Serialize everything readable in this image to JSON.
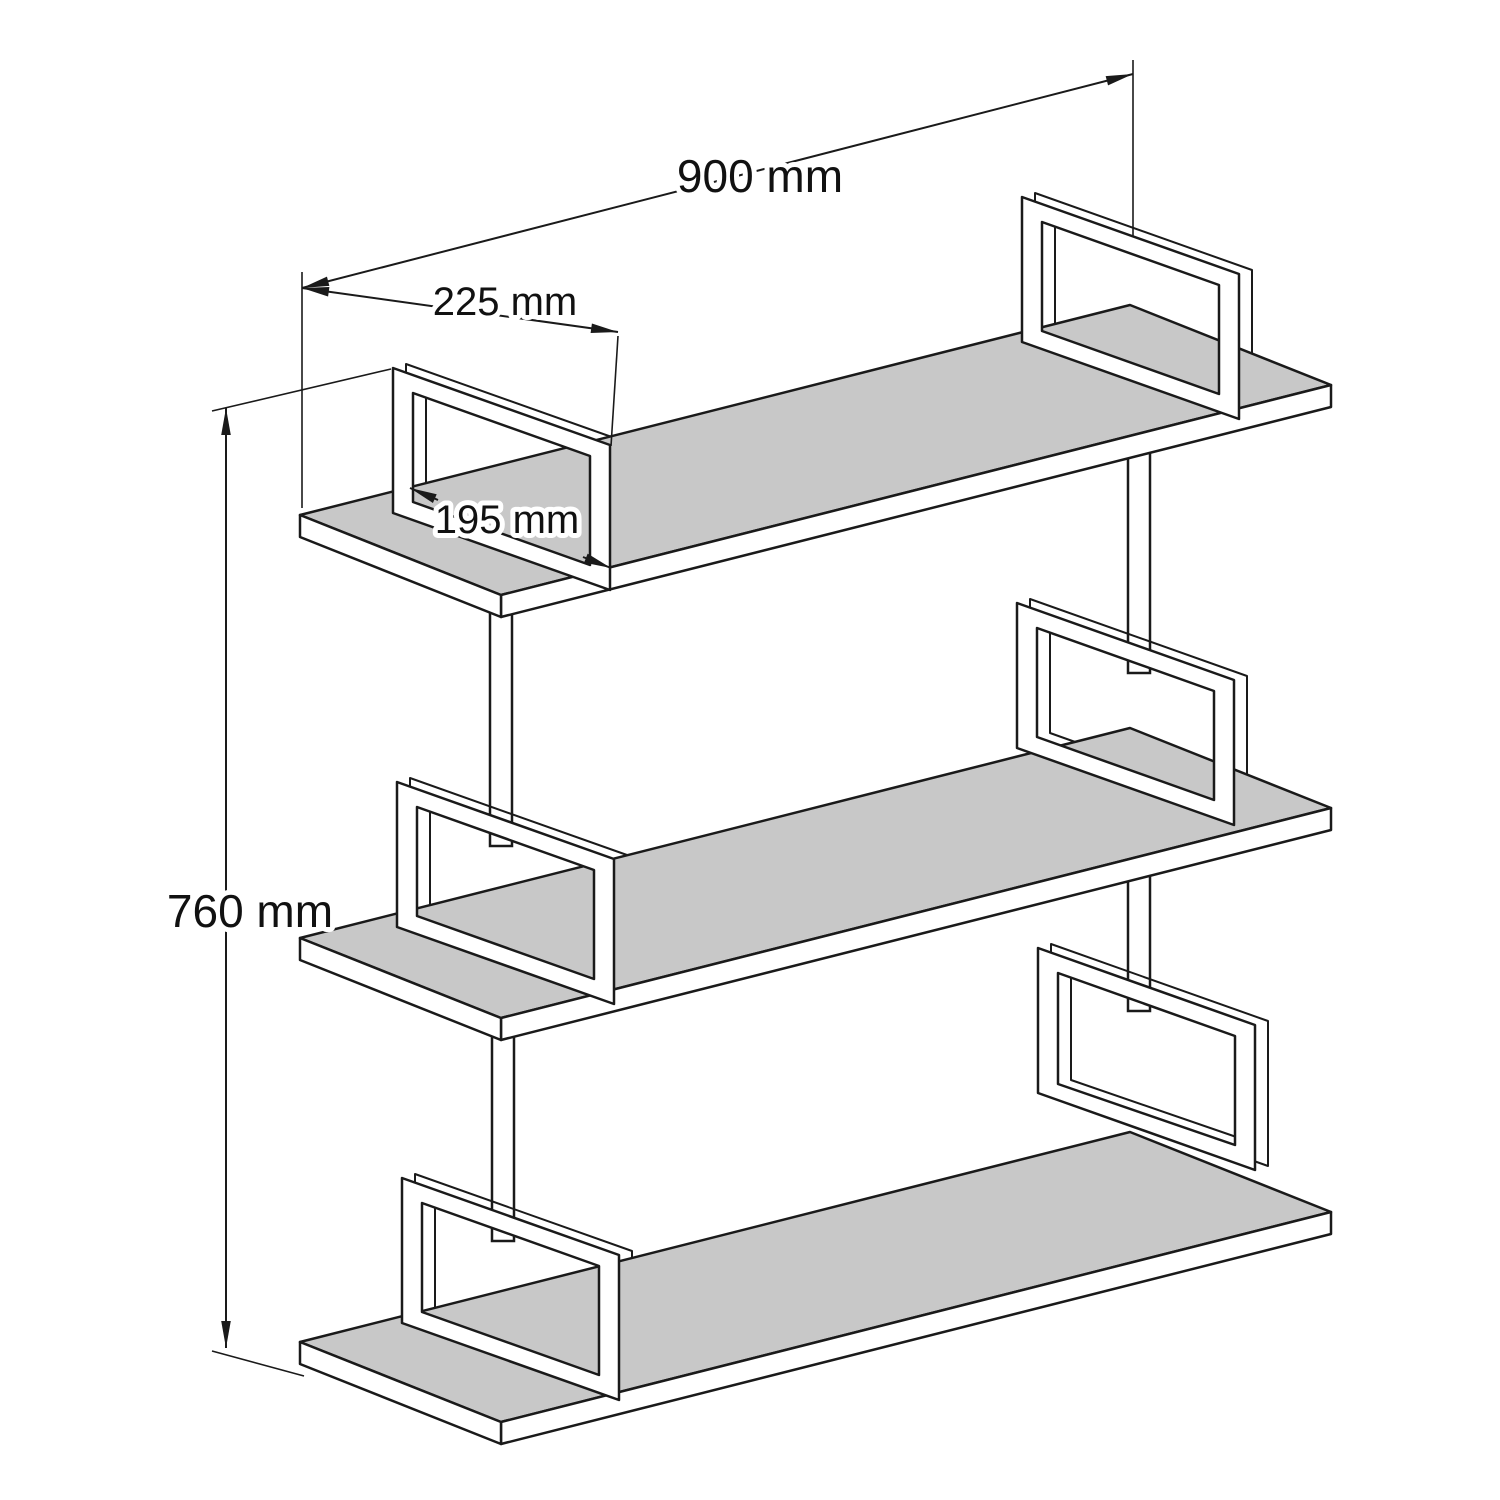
{
  "diagram": {
    "subject": "three-tier-wall-shelf-dimension-drawing",
    "shelf_count": 3,
    "dimensions": {
      "width": {
        "label": "900 mm",
        "value": 900,
        "unit": "mm"
      },
      "frame_depth": {
        "label": "225 mm",
        "value": 225,
        "unit": "mm"
      },
      "shelf_depth": {
        "label": "195 mm",
        "value": 195,
        "unit": "mm"
      },
      "height": {
        "label": "760 mm",
        "value": 760,
        "unit": "mm"
      }
    },
    "colors": {
      "line": "#1a1a1a",
      "shelf_top": "#c8c8c8",
      "surface": "#ffffff",
      "background": "#ffffff"
    }
  }
}
